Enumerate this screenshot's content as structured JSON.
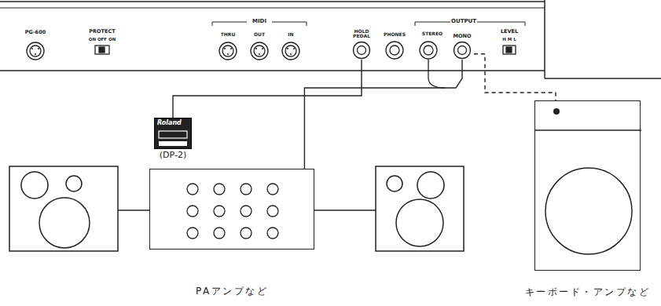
{
  "diagram": {
    "nodes": [
      {
        "text": [
          "HOLD PEDAL"
        ]
      },
      {
        "text": [
          "MONO"
        ]
      },
      {
        "text": [
          "Roland",
          "(DP-2)"
        ]
      },
      {
        "text": [
          "PAアンプなど"
        ]
      },
      {
        "text": [
          "キーボード・アンプなど"
        ]
      }
    ],
    "edges": [
      {
        "from": 0,
        "to": 2,
        "arrow": "none"
      },
      {
        "from": 1,
        "to": 3,
        "arrow": "none"
      },
      {
        "from": 1,
        "to": 4,
        "arrow": "none"
      }
    ],
    "labels": [
      "PG-600",
      "PROTECT",
      "ON OFF ON",
      "MIDI",
      "THRU",
      "OUT",
      "IN",
      "PHONES",
      "OUTPUT",
      "STEREO",
      "LEVEL",
      "H M L"
    ]
  }
}
